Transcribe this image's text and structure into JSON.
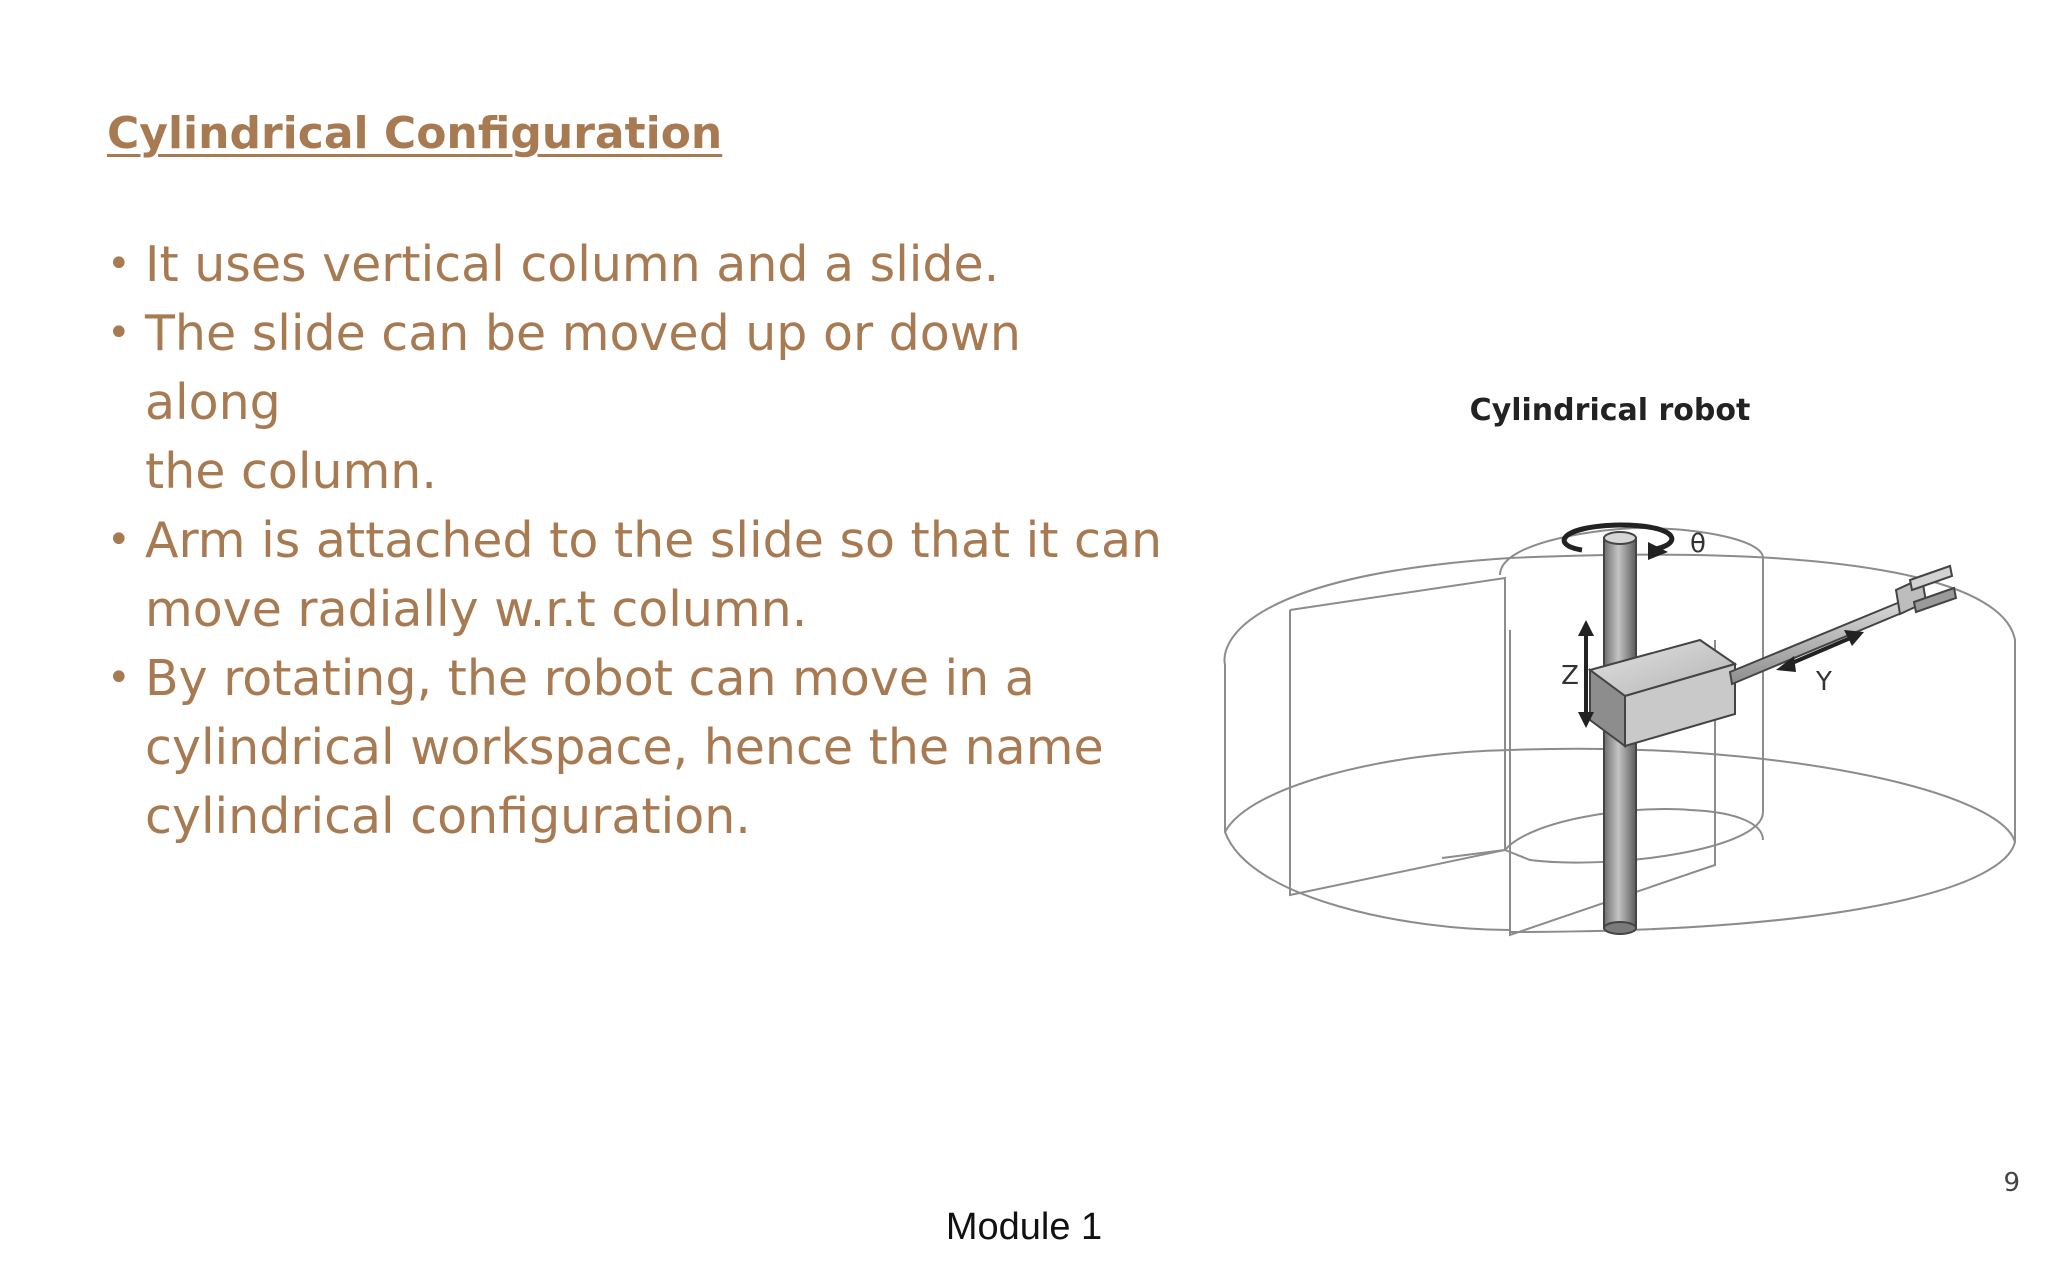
{
  "slide": {
    "title": "Cylindrical Configuration",
    "bullets": [
      {
        "symbol": "•",
        "lines": [
          "It uses vertical column and a slide."
        ]
      },
      {
        "symbol": "•",
        "lines": [
          "The slide can be moved up or down along",
          "the column."
        ]
      },
      {
        "symbol": "•",
        "lines": [
          "Arm is attached to the slide so that it can",
          "move radially w.r.t column."
        ]
      },
      {
        "symbol": "•",
        "lines": [
          "By rotating, the robot can move in a",
          "cylindrical workspace, hence the name",
          "cylindrical configuration."
        ]
      }
    ],
    "figure": {
      "caption": "Cylindrical robot",
      "labels": {
        "theta": "θ",
        "z": "Z",
        "y": "Y"
      }
    },
    "footer": "Module 1",
    "page_number": "9",
    "colors": {
      "text": "#a87a52",
      "footer": "#111111"
    }
  }
}
